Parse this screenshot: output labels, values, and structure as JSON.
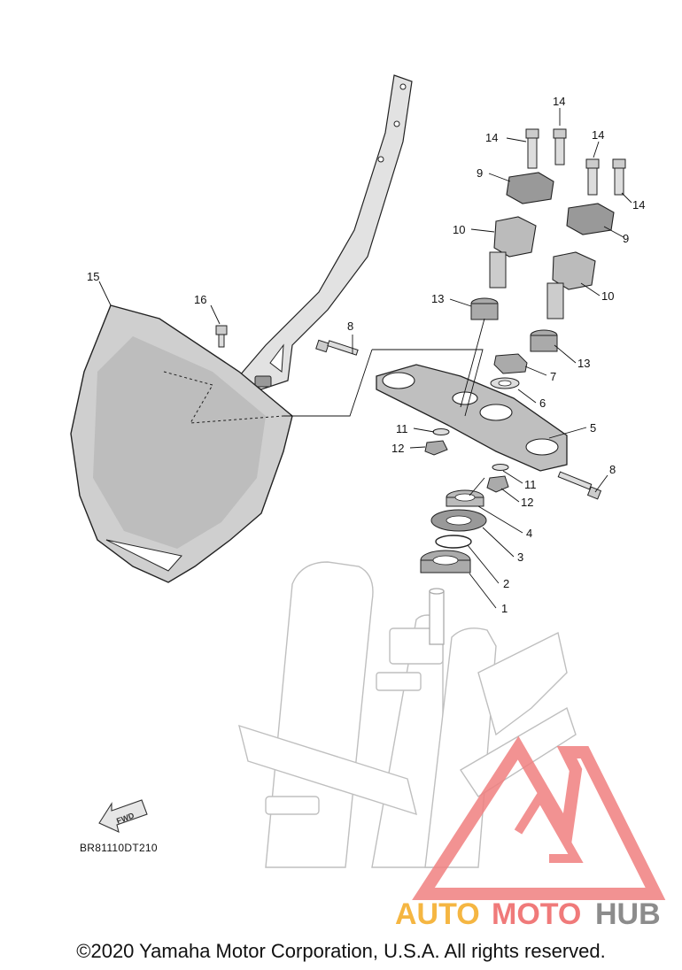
{
  "diagram": {
    "callouts": {
      "p1": "1",
      "p2": "2",
      "p3": "3",
      "p4": "4",
      "p5": "5",
      "p6": "6",
      "p7": "7",
      "p8a": "8",
      "p8b": "8",
      "p9a": "9",
      "p9b": "9",
      "p10a": "10",
      "p10b": "10",
      "p11a": "11",
      "p11b": "11",
      "p12a": "12",
      "p12b": "12",
      "p13a": "13",
      "p13b": "13",
      "p14a": "14",
      "p14b": "14",
      "p14c": "14",
      "p14d": "14",
      "p15": "15",
      "p16": "16"
    },
    "drawing_code": "BR81110DT210",
    "fwd_label": "FWD"
  },
  "watermark": {
    "auto": "AUTO",
    "moto": "MOTO",
    "hub": "HUB",
    "colors": {
      "auto": "#f5b642",
      "moto": "#f07a7a",
      "hub": "#8c8c8c",
      "logo": "#f08080"
    }
  },
  "footer": {
    "copyright": "©2020 Yamaha Motor Corporation, U.S.A. All rights reserved."
  }
}
